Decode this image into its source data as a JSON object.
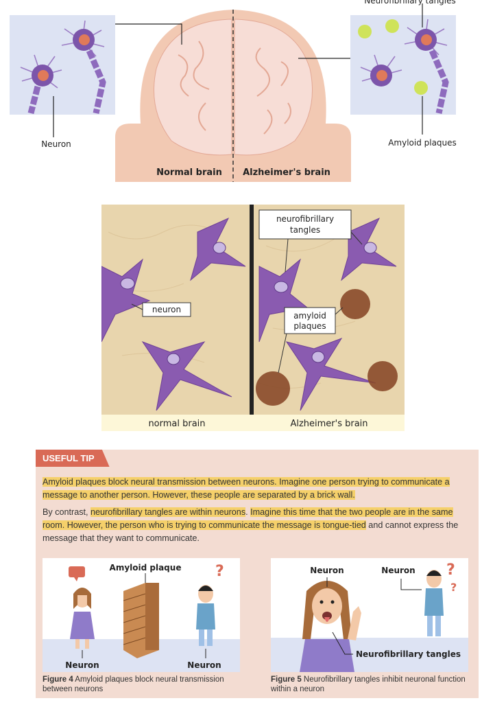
{
  "top_diagram": {
    "label_top_right": "Neurofibrillary tangles",
    "label_neuron": "Neuron",
    "label_amyloid": "Amyloid plaques",
    "label_normal": "Normal brain",
    "label_alz": "Alzheimer's brain"
  },
  "micro_diagram": {
    "label_neuron": "neuron",
    "label_tangles_1": "neurofibrillary",
    "label_tangles_2": "tangles",
    "label_plaques_1": "amyloid",
    "label_plaques_2": "plaques",
    "caption_normal": "normal brain",
    "caption_alz": "Alzheimer's brain"
  },
  "tip": {
    "tag": "USEFUL TIP",
    "p1_hl": "Amyloid plaques block neural transmission between neurons. Imagine one person trying to communicate a message to another person. However, these people are separated by a brick wall.",
    "p2_a": "By contrast, ",
    "p2_hl1": "neurofibrillary tangles are within neurons",
    "p2_b": ". ",
    "p2_hl2": "Imagine this time that the two people are in the same room. However, the person who is trying to communicate the message is tongue-tied",
    "p2_c": " and cannot express the message that they want to communicate.",
    "fig4": {
      "amyloid_label": "Amyloid plaque",
      "neuron_left": "Neuron",
      "neuron_right": "Neuron",
      "q_mark": "?",
      "caption_bold": "Figure 4",
      "caption_text": " Amyloid plaques block neural transmission between neurons"
    },
    "fig5": {
      "neuron_left": "Neuron",
      "neuron_right": "Neuron",
      "tangles_label": "Neurofibrillary tangles",
      "q_mark1": "?",
      "q_mark2": "?",
      "caption_bold": "Figure 5",
      "caption_text": " Neurofibrillary tangles inhibit neuronal function within a neuron"
    }
  },
  "colors": {
    "brain_skin": "#f2c9b3",
    "brain_tissue": "#f7ddd6",
    "neuron_purple": "#8a5bb0",
    "plaque_green": "#cfe35a",
    "tip_bg": "#f3dcd2",
    "tip_tag": "#d96a56",
    "highlight": "#f5d06a"
  }
}
